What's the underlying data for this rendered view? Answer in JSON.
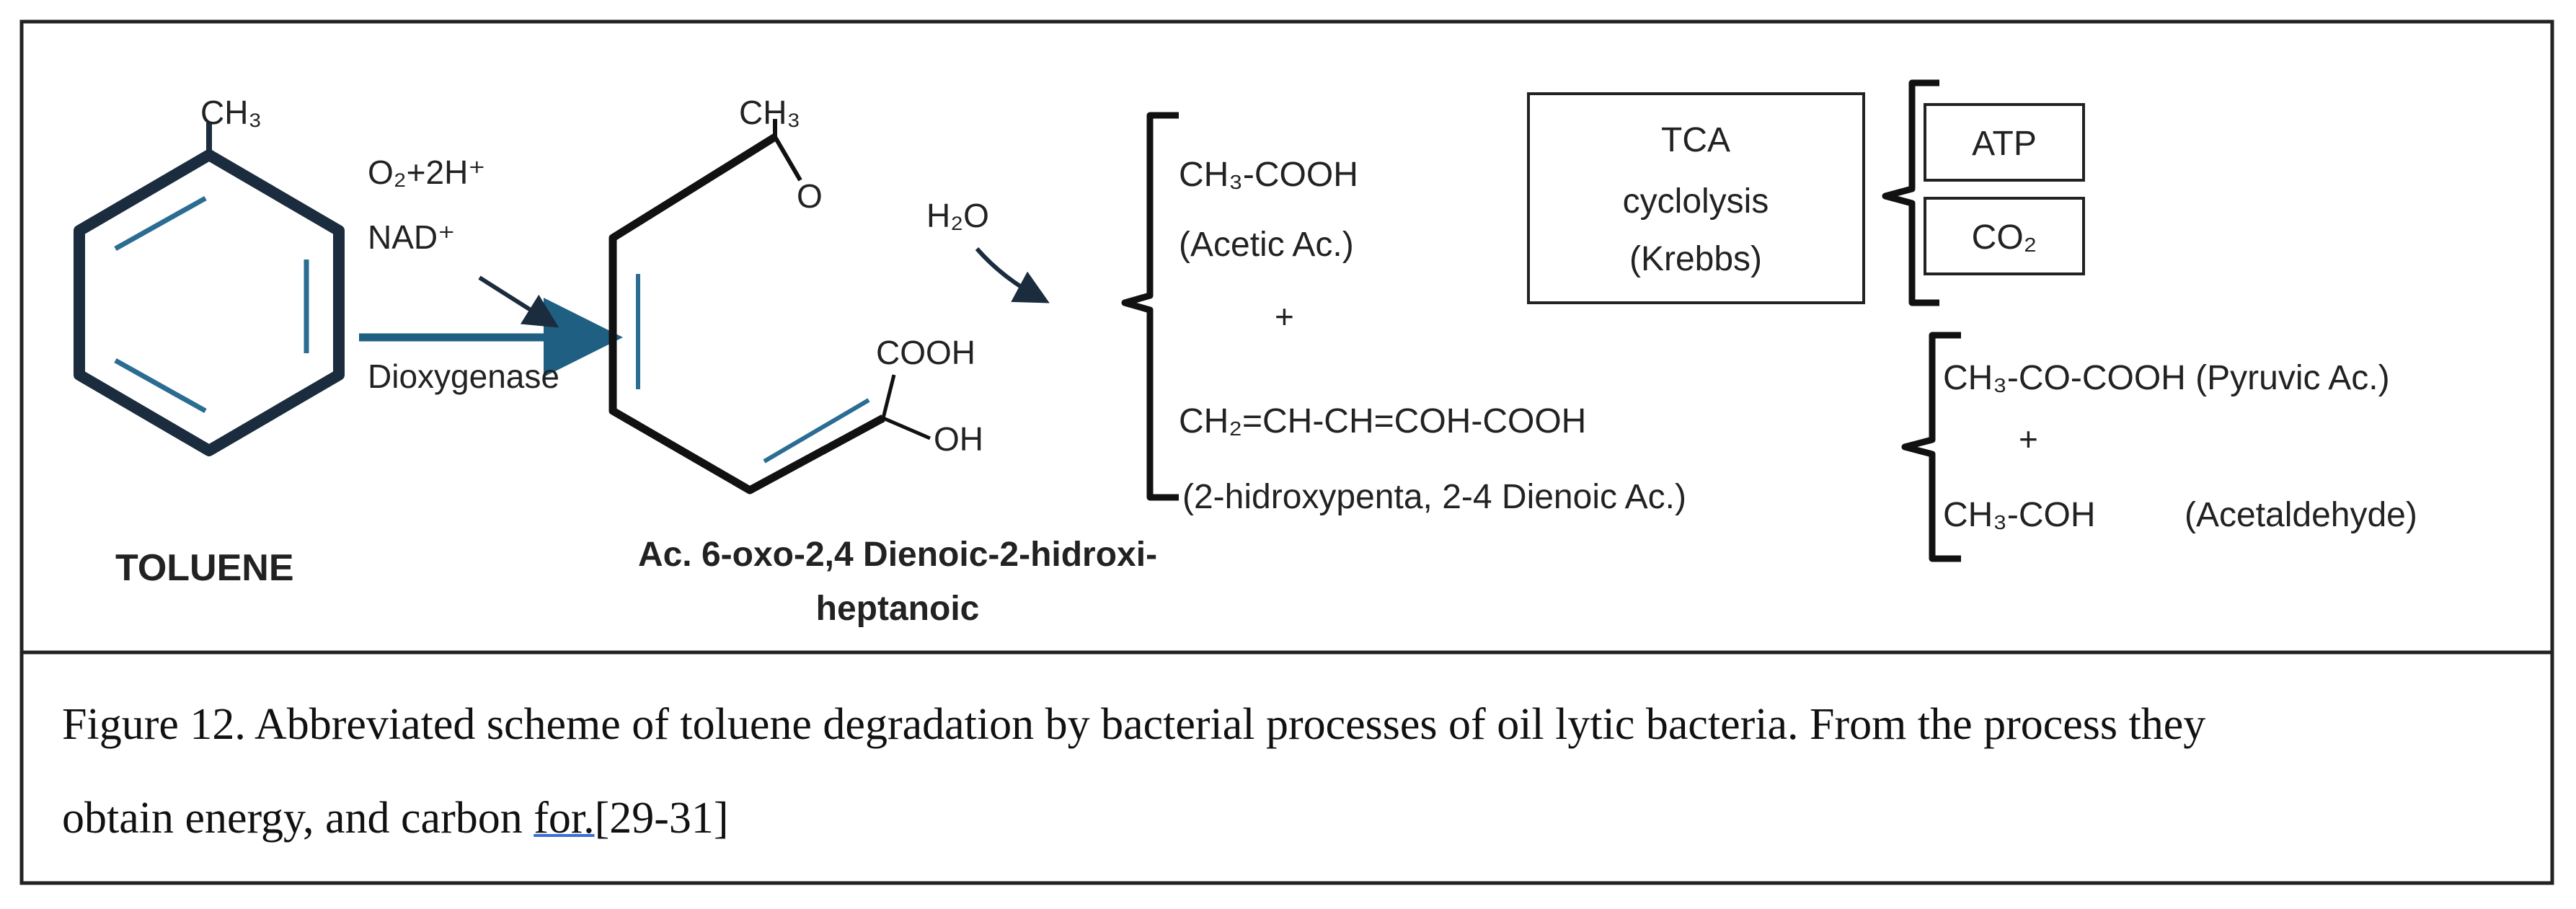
{
  "diagram": {
    "toluene": {
      "methyl": "CH₃",
      "name": "TOLUENE"
    },
    "reaction1": {
      "cofactor_line1": "O₂+2H⁺",
      "cofactor_line2": "NAD⁺",
      "enzyme": "Dioxygenase"
    },
    "intermediate": {
      "methyl": "CH₃",
      "oxo": "O",
      "cooh": "COOH",
      "oh": "OH",
      "name_line1": "Ac. 6-oxo-2,4 Dienoic-2-hidroxi-",
      "name_line2": "heptanoic"
    },
    "hydrolysis": {
      "water": "H₂O"
    },
    "products": {
      "acetic_formula": "CH₃-COOH",
      "acetic_name": "(Acetic Ac.)",
      "plus": "+",
      "dienoic_formula": "CH₂=CH-CH=COH-COOH",
      "dienoic_name": "(2-hidroxypenta, 2-4 Dienoic Ac.)"
    },
    "tca": {
      "line1": "TCA",
      "line2": "cyclolysis",
      "line3": "(Krebbs)"
    },
    "energy": {
      "atp": "ATP",
      "co2": "CO₂"
    },
    "final_products": {
      "pyruvic": "CH₃-CO-COOH (Pyruvic Ac.)",
      "plus": "+",
      "acetaldehyde_formula": "CH₃-COH",
      "acetaldehyde_name": "(Acetaldehyde)"
    },
    "colors": {
      "ring": "#1a2c3d",
      "accent_arrow": "#1f5f82",
      "inner_bond": "#2b6c93",
      "text": "#222222"
    }
  },
  "caption": {
    "line1": "Figure 12. Abbreviated scheme of toluene degradation by bacterial processes of oil lytic bacteria. From the process they",
    "line2_before": "obtain energy, and carbon ",
    "line2_link": "for.",
    "line2_after": "[29-31]"
  }
}
